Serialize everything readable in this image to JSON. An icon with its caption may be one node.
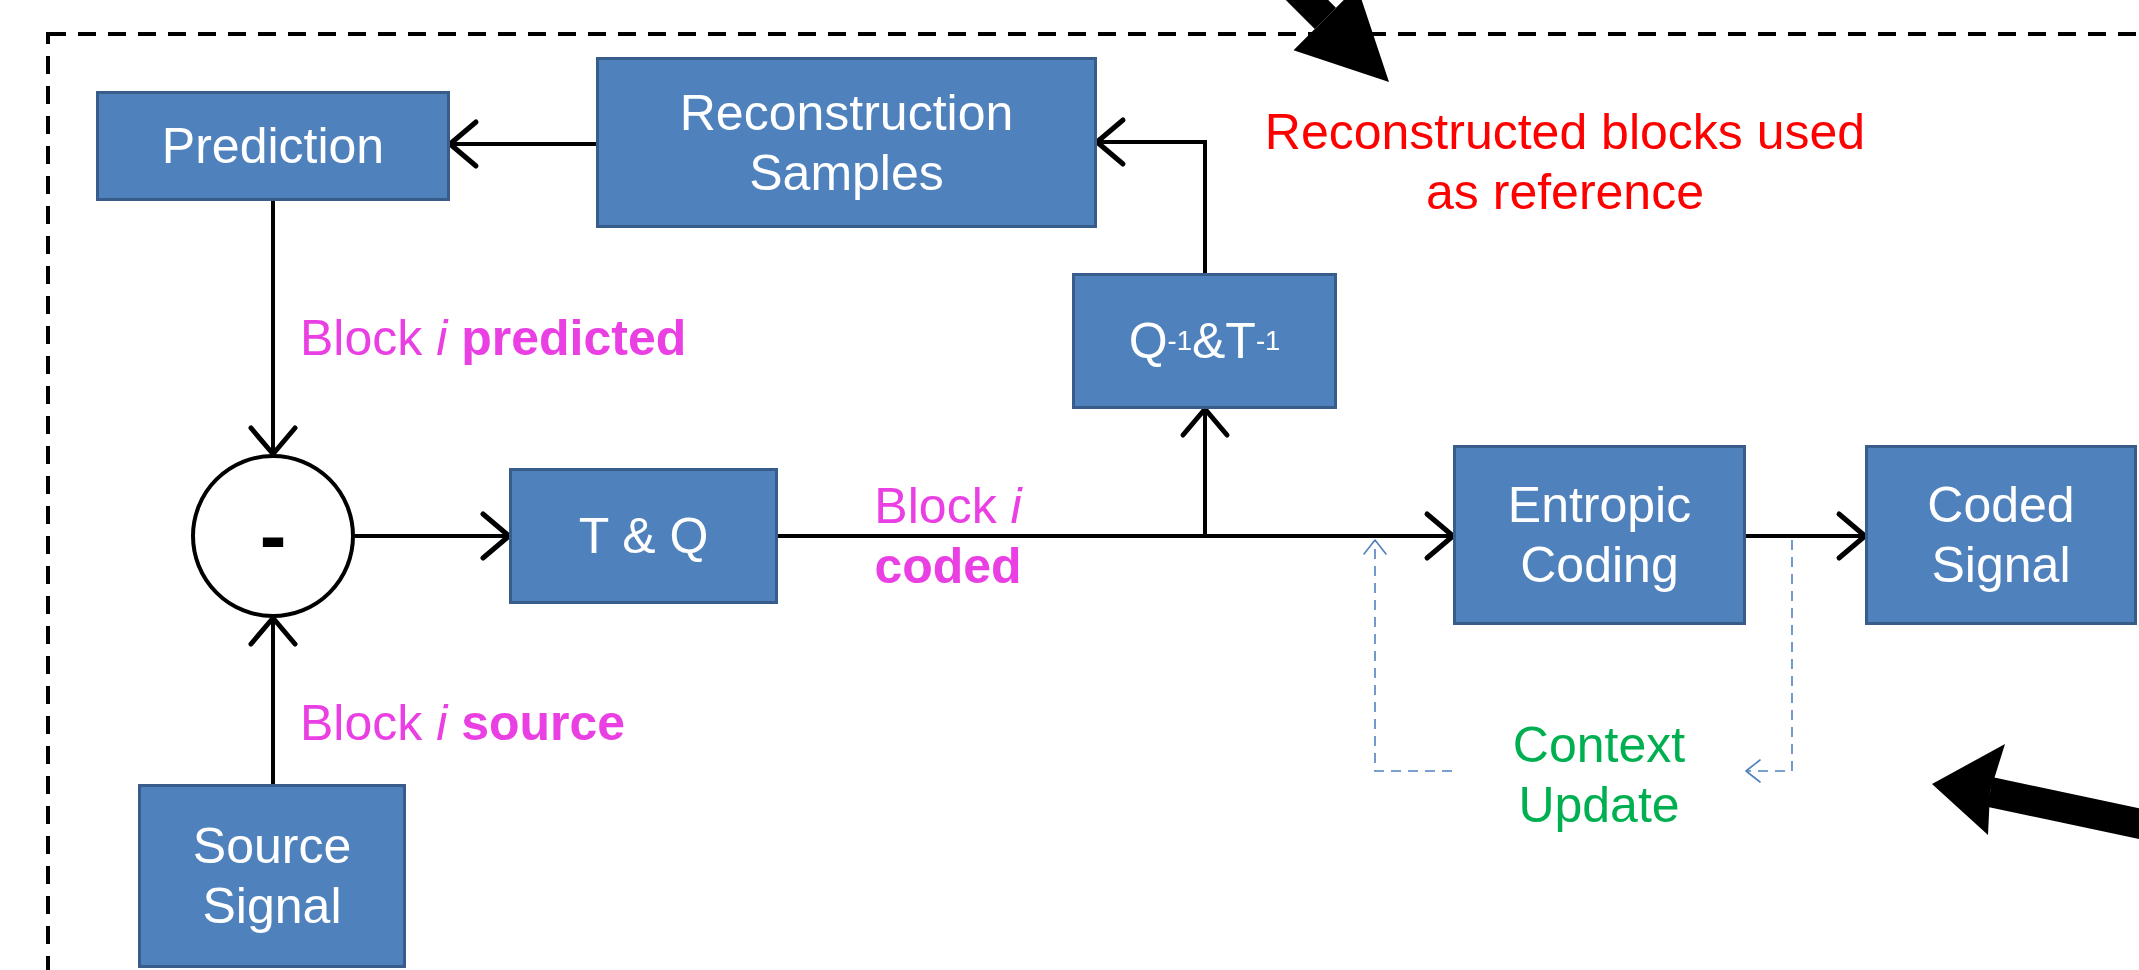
{
  "diagram": {
    "nodes": [
      {
        "text": [
          "Prediction"
        ]
      },
      {
        "text": [
          "Reconstruction Samples"
        ]
      },
      {
        "text": [
          "Reconstructed blocks used as reference"
        ]
      },
      {
        "text": [
          "Q$^{-1}$&T$^{-1}$"
        ]
      },
      {
        "text": [
          "-"
        ]
      },
      {
        "text": [
          "T & Q"
        ]
      },
      {
        "text": [
          "Entropic Coding"
        ]
      },
      {
        "text": [
          "Coded Signal"
        ]
      },
      {
        "text": [
          "Context Update"
        ]
      },
      {
        "text": [
          "Source Signal"
        ]
      }
    ],
    "edges": [
      {
        "from": 1,
        "to": 0,
        "arrow": "to"
      },
      {
        "from": 3,
        "to": 1,
        "arrow": "to"
      },
      {
        "from": 0,
        "to": 4,
        "arrow": "to",
        "label": "Block *i* **predicted**"
      },
      {
        "from": 9,
        "to": 4,
        "arrow": "to",
        "label": "Block *i* **source**"
      },
      {
        "from": 4,
        "to": 5,
        "arrow": "to"
      },
      {
        "from": 5,
        "to": 6,
        "arrow": "to",
        "label": "Block *i* **coded**"
      },
      {
        "from": 5,
        "to": 3,
        "arrow": "to"
      },
      {
        "from": 6,
        "to": 7,
        "arrow": "to"
      },
      {
        "from": null,
        "to": 8,
        "arrow": "to",
        "style": "dashed",
        "color": "#4f81bd"
      },
      {
        "from": 8,
        "to": null,
        "arrow": "to",
        "style": "dashed",
        "color": "#4f81bd"
      },
      {
        "from": null,
        "to": 2,
        "arrow": "to",
        "style": "thick"
      }
    ]
  }
}
